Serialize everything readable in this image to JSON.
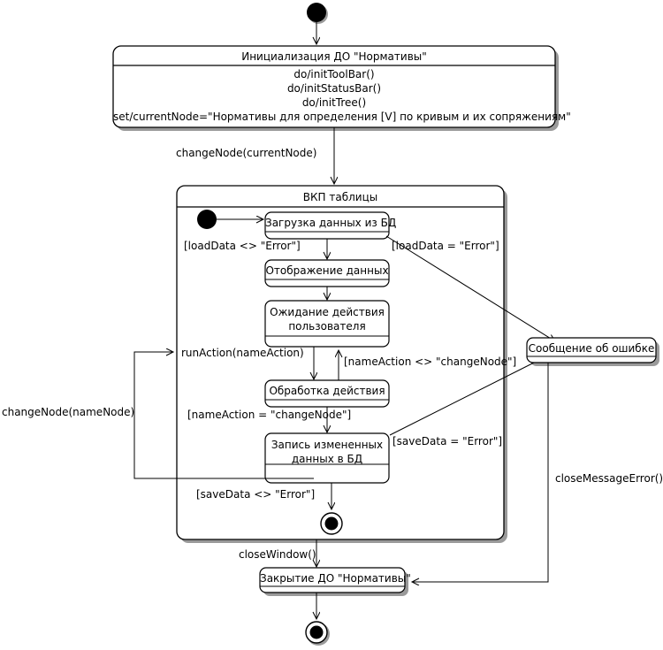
{
  "diagram": {
    "kind": "uml-state-machine-diagram",
    "language": "ru",
    "background": "#ffffff",
    "stroke": "#000000",
    "shadow": "#9a9a9a"
  },
  "nodes": {
    "start_initial": {
      "name": "initial-state",
      "shape": "filled-circle"
    },
    "init_state": {
      "title": "Инициализация ДО \"Нормативы\"",
      "actions": [
        "do/initToolBar()",
        "do/initStatusBar()",
        "do/initTree()",
        "set/currentNode=\"Нормативы для определения [V] по кривым и их сопряжениям\""
      ]
    },
    "composite": {
      "title": "ВКП таблицы",
      "inner_initial": {
        "name": "inner-initial-state",
        "shape": "filled-circle"
      },
      "states": [
        {
          "id": "load",
          "label": "Загрузка данных из БД"
        },
        {
          "id": "display",
          "label": "Отображение данных"
        },
        {
          "id": "wait",
          "label": "Ожидание действия пользователя"
        },
        {
          "id": "process",
          "label": "Обработка действия"
        },
        {
          "id": "save",
          "label": "Запись измененных данных в БД"
        }
      ],
      "inner_final": {
        "name": "inner-final-state",
        "shape": "bullseye"
      }
    },
    "error_state": {
      "label": "Сообщение об ошибке"
    },
    "close_state": {
      "label": "Закрытие ДО \"Нормативы\""
    },
    "end_final": {
      "name": "final-state",
      "shape": "bullseye"
    }
  },
  "transitions": [
    {
      "id": "t-change-node-current",
      "label": "changeNode(currentNode)"
    },
    {
      "id": "t-load-ok",
      "label": "[loadData <> \"Error\"]"
    },
    {
      "id": "t-load-err",
      "label": "[loadData = \"Error\"]"
    },
    {
      "id": "t-run-action",
      "label": "runAction(nameAction)"
    },
    {
      "id": "t-name-ne",
      "label": "[nameAction <> \"changeNode\"]"
    },
    {
      "id": "t-name-eq",
      "label": "[nameAction = \"changeNode\"]"
    },
    {
      "id": "t-save-err",
      "label": "[saveData = \"Error\"]"
    },
    {
      "id": "t-save-ok",
      "label": "[saveData <> \"Error\"]"
    },
    {
      "id": "t-change-node-name",
      "label": "changeNode(nameNode)"
    },
    {
      "id": "t-close-window",
      "label": "closeWindow()"
    },
    {
      "id": "t-close-message-error",
      "label": "closeMessageError()"
    }
  ]
}
